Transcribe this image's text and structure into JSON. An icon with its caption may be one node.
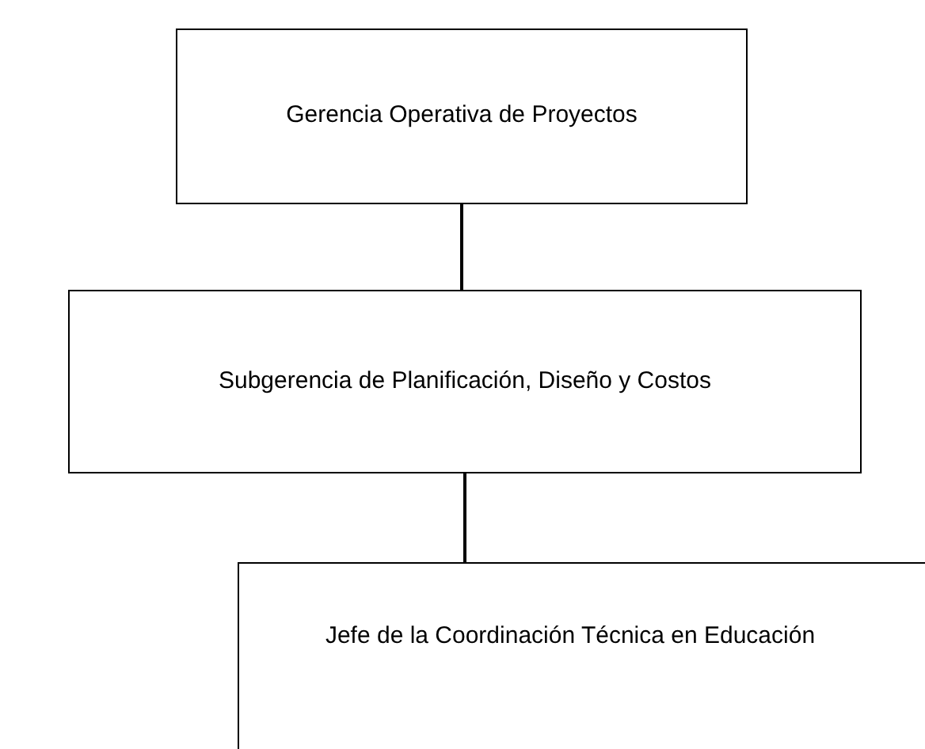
{
  "diagram": {
    "nodes": [
      {
        "text": [
          "Gerencia Operativa de Proyectos"
        ]
      },
      {
        "text": [
          "Subgerencia de Planificación, Diseño y Costos"
        ]
      },
      {
        "text": [
          "Jefe de la Coordinación Técnica en Educación"
        ]
      }
    ],
    "edges": [
      {
        "from": 0,
        "to": 1,
        "arrow": "none"
      },
      {
        "from": 1,
        "to": 2,
        "arrow": "none"
      }
    ]
  }
}
